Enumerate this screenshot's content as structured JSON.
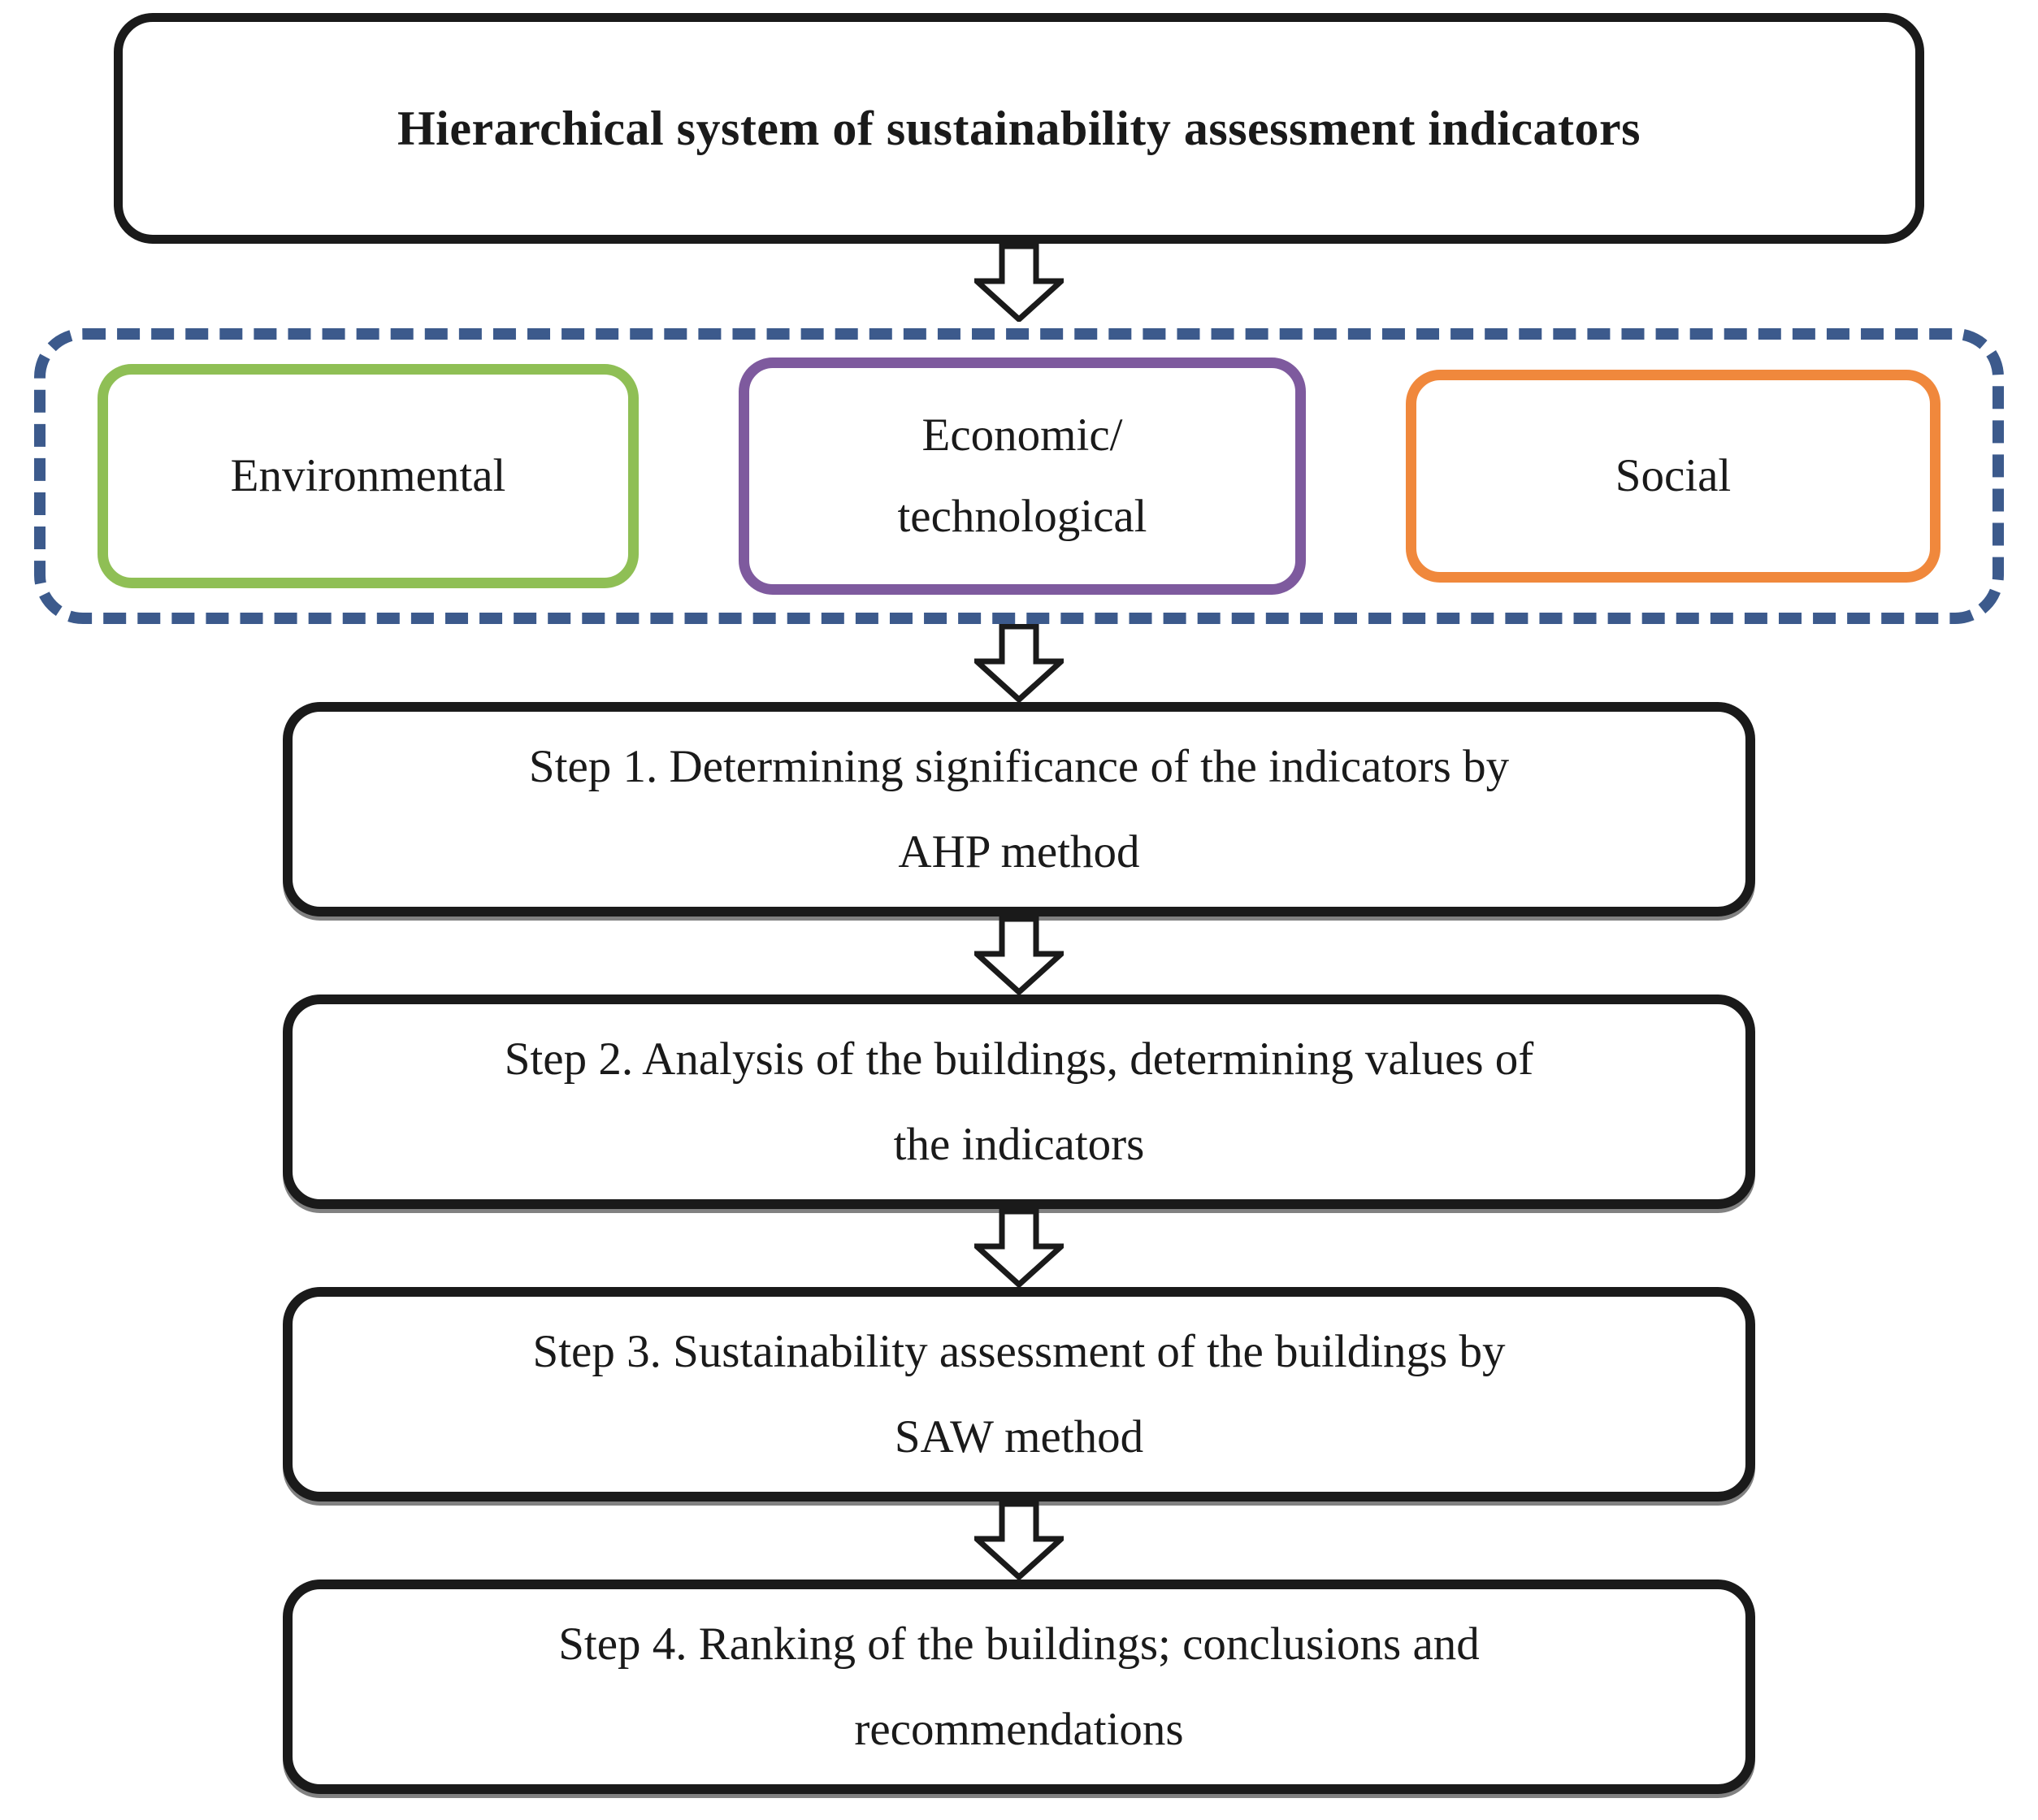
{
  "figure": {
    "title": "Hierarchical system of sustainability assessment indicators",
    "categories": [
      {
        "key": "environmental",
        "lines": [
          "Environmental"
        ],
        "color": "#8FBF55"
      },
      {
        "key": "economic-technological",
        "lines": [
          "Economic/",
          "technological"
        ],
        "color": "#7E5A9E"
      },
      {
        "key": "social",
        "lines": [
          "Social"
        ],
        "color": "#F0883C"
      }
    ],
    "steps": [
      {
        "lines": [
          "Step 1. Determining significance of the indicators by",
          "AHP method"
        ]
      },
      {
        "lines": [
          "Step 2. Analysis of the buildings, determining values of",
          "the indicators"
        ]
      },
      {
        "lines": [
          "Step 3. Sustainability assessment of the buildings by",
          "SAW method"
        ]
      },
      {
        "lines": [
          "Step 4. Ranking of the buildings; conclusions and",
          "recommendations"
        ]
      }
    ],
    "icons": {
      "down_arrow": "hollow-block-down-arrow"
    },
    "colors": {
      "box_border": "#1A1A1A",
      "dashed_frame": "#3C5A8C",
      "environmental": "#8FBF55",
      "economic_technological": "#7E5A9E",
      "social": "#F0883C",
      "background": "#FFFFFF"
    }
  }
}
